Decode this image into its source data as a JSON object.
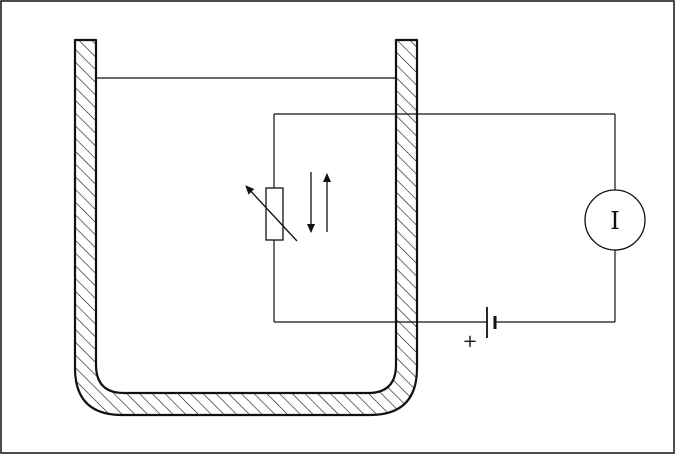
{
  "diagram": {
    "ammeter_symbol": "I",
    "battery_polarity": "+",
    "colors": {
      "ink": "#111111",
      "background": "#ffffff"
    },
    "components": [
      "tank-with-hatched-wall",
      "liquid-level-line",
      "variable-resistor",
      "current-direction-arrows",
      "ammeter",
      "battery"
    ]
  }
}
